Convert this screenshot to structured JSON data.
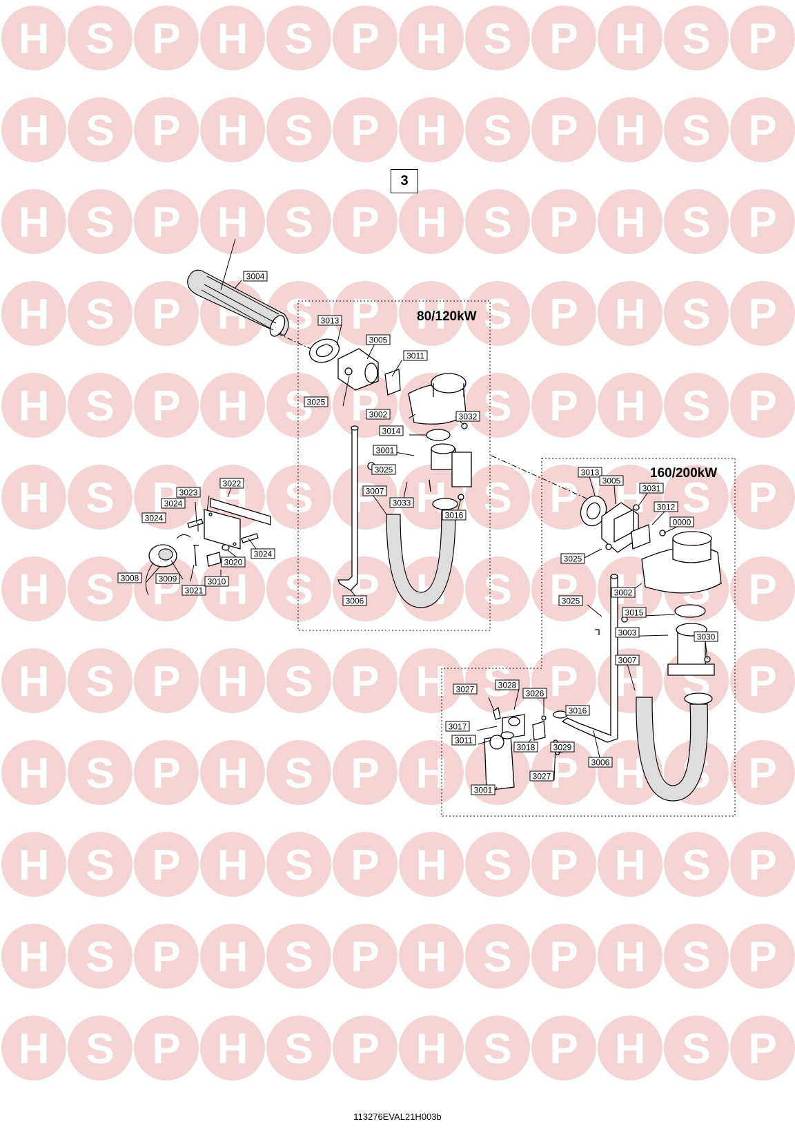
{
  "watermark": {
    "letters": [
      "H",
      "S",
      "P"
    ],
    "circle_color": "#f3d3d3",
    "letter_color": "#ffffff"
  },
  "page_number": "3",
  "sections": [
    {
      "id": "small",
      "title": "80/120kW"
    },
    {
      "id": "large",
      "title": "160/200kW"
    }
  ],
  "drawing_reference": "113276EVAL21H003b",
  "labels": {
    "left": [
      "3004",
      "3022",
      "3023",
      "3024",
      "3024",
      "3024",
      "3008",
      "3009",
      "3021",
      "3010",
      "3020"
    ],
    "small": [
      "3013",
      "3005",
      "3011",
      "3025",
      "3002",
      "3032",
      "3014",
      "3001",
      "3025",
      "3007",
      "3033",
      "3016",
      "3006"
    ],
    "large": [
      "3013",
      "3005",
      "3031",
      "3012",
      "0000",
      "3025",
      "3002",
      "3025",
      "3015",
      "3003",
      "3030",
      "3007",
      "3027",
      "3028",
      "3026",
      "3016",
      "3017",
      "3011",
      "3018",
      "3029",
      "3006",
      "3027",
      "3001"
    ]
  }
}
